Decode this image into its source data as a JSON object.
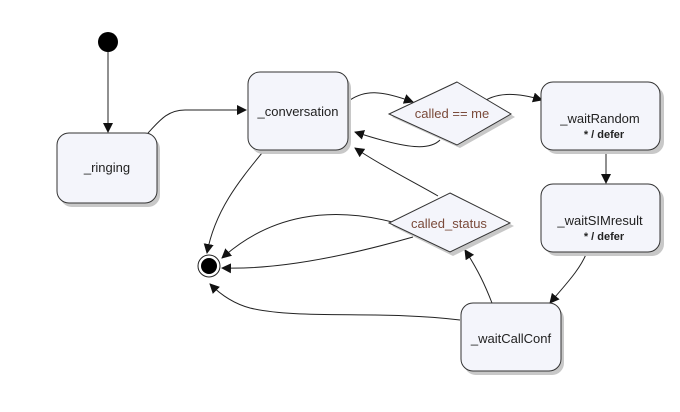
{
  "diagram": {
    "type": "state-machine",
    "states": {
      "ringing": {
        "label": "_ringing"
      },
      "conversation": {
        "label": "_conversation"
      },
      "waitRandom": {
        "label": "_waitRandom",
        "action": "* / defer"
      },
      "waitSIMresult": {
        "label": "_waitSIMresult",
        "action": "* / defer"
      },
      "waitCallConf": {
        "label": "_waitCallConf"
      }
    },
    "choices": {
      "calledMe": {
        "label": "called == me"
      },
      "calledStatus": {
        "label": "called_status"
      }
    },
    "pseudostates": {
      "initial": "initial",
      "final": "final"
    },
    "transitions": [
      {
        "from": "initial",
        "to": "ringing"
      },
      {
        "from": "ringing",
        "to": "conversation"
      },
      {
        "from": "conversation",
        "to": "calledMe"
      },
      {
        "from": "calledMe",
        "to": "conversation"
      },
      {
        "from": "calledMe",
        "to": "waitRandom"
      },
      {
        "from": "waitRandom",
        "to": "waitSIMresult"
      },
      {
        "from": "waitSIMresult",
        "to": "waitCallConf"
      },
      {
        "from": "waitCallConf",
        "to": "calledStatus"
      },
      {
        "from": "calledStatus",
        "to": "conversation"
      },
      {
        "from": "calledStatus",
        "to": "final"
      },
      {
        "from": "calledStatus",
        "to": "final"
      },
      {
        "from": "conversation",
        "to": "final"
      },
      {
        "from": "waitCallConf",
        "to": "final"
      }
    ]
  }
}
